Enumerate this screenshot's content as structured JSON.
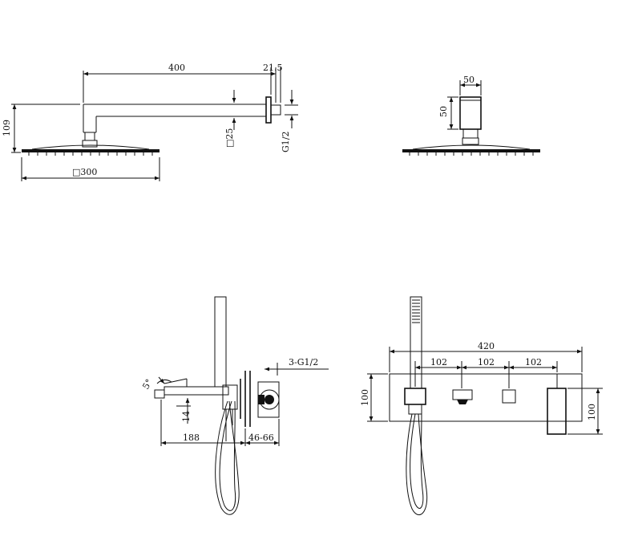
{
  "dimensions": {
    "arm_length": "400",
    "arm_offset": "21.5",
    "height_109": "109",
    "square_25": "□25",
    "thread_g12": "G1/2",
    "head_size": "□300",
    "side_w": "50",
    "side_h": "50",
    "angle": "5°",
    "spout_h": "14",
    "spout_len": "188",
    "wall_depth": "46-66",
    "inlets": "3-G1/2",
    "panel_w": "420",
    "spacing_1": "102",
    "spacing_2": "102",
    "spacing_3": "102",
    "panel_h_left": "100",
    "panel_h_right": "100"
  }
}
